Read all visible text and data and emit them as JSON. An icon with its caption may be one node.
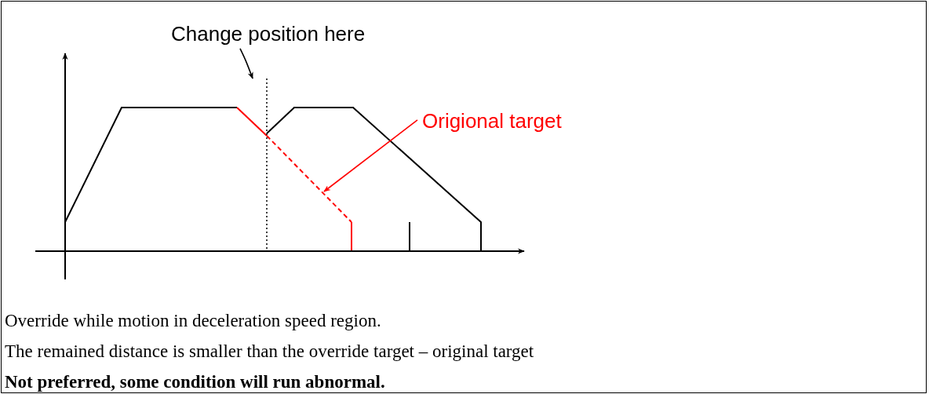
{
  "diagram": {
    "nodes": [
      {
        "text": [
          "Change position here"
        ]
      },
      {
        "text": [],
        "shape": "line"
      },
      {
        "text": [
          "Origional target"
        ]
      },
      {
        "text": [],
        "shape": "line"
      }
    ],
    "edges": [
      {
        "from": 0,
        "to": 1,
        "arrow": "to"
      },
      {
        "from": 2,
        "to": 3,
        "arrow": "to",
        "color": "#ff0000"
      }
    ],
    "labels": [
      "Override while motion in deceleration speed region.",
      "The remained distance is smaller than the override target – original target",
      "Not preferred, some condition will run abnormal."
    ]
  }
}
